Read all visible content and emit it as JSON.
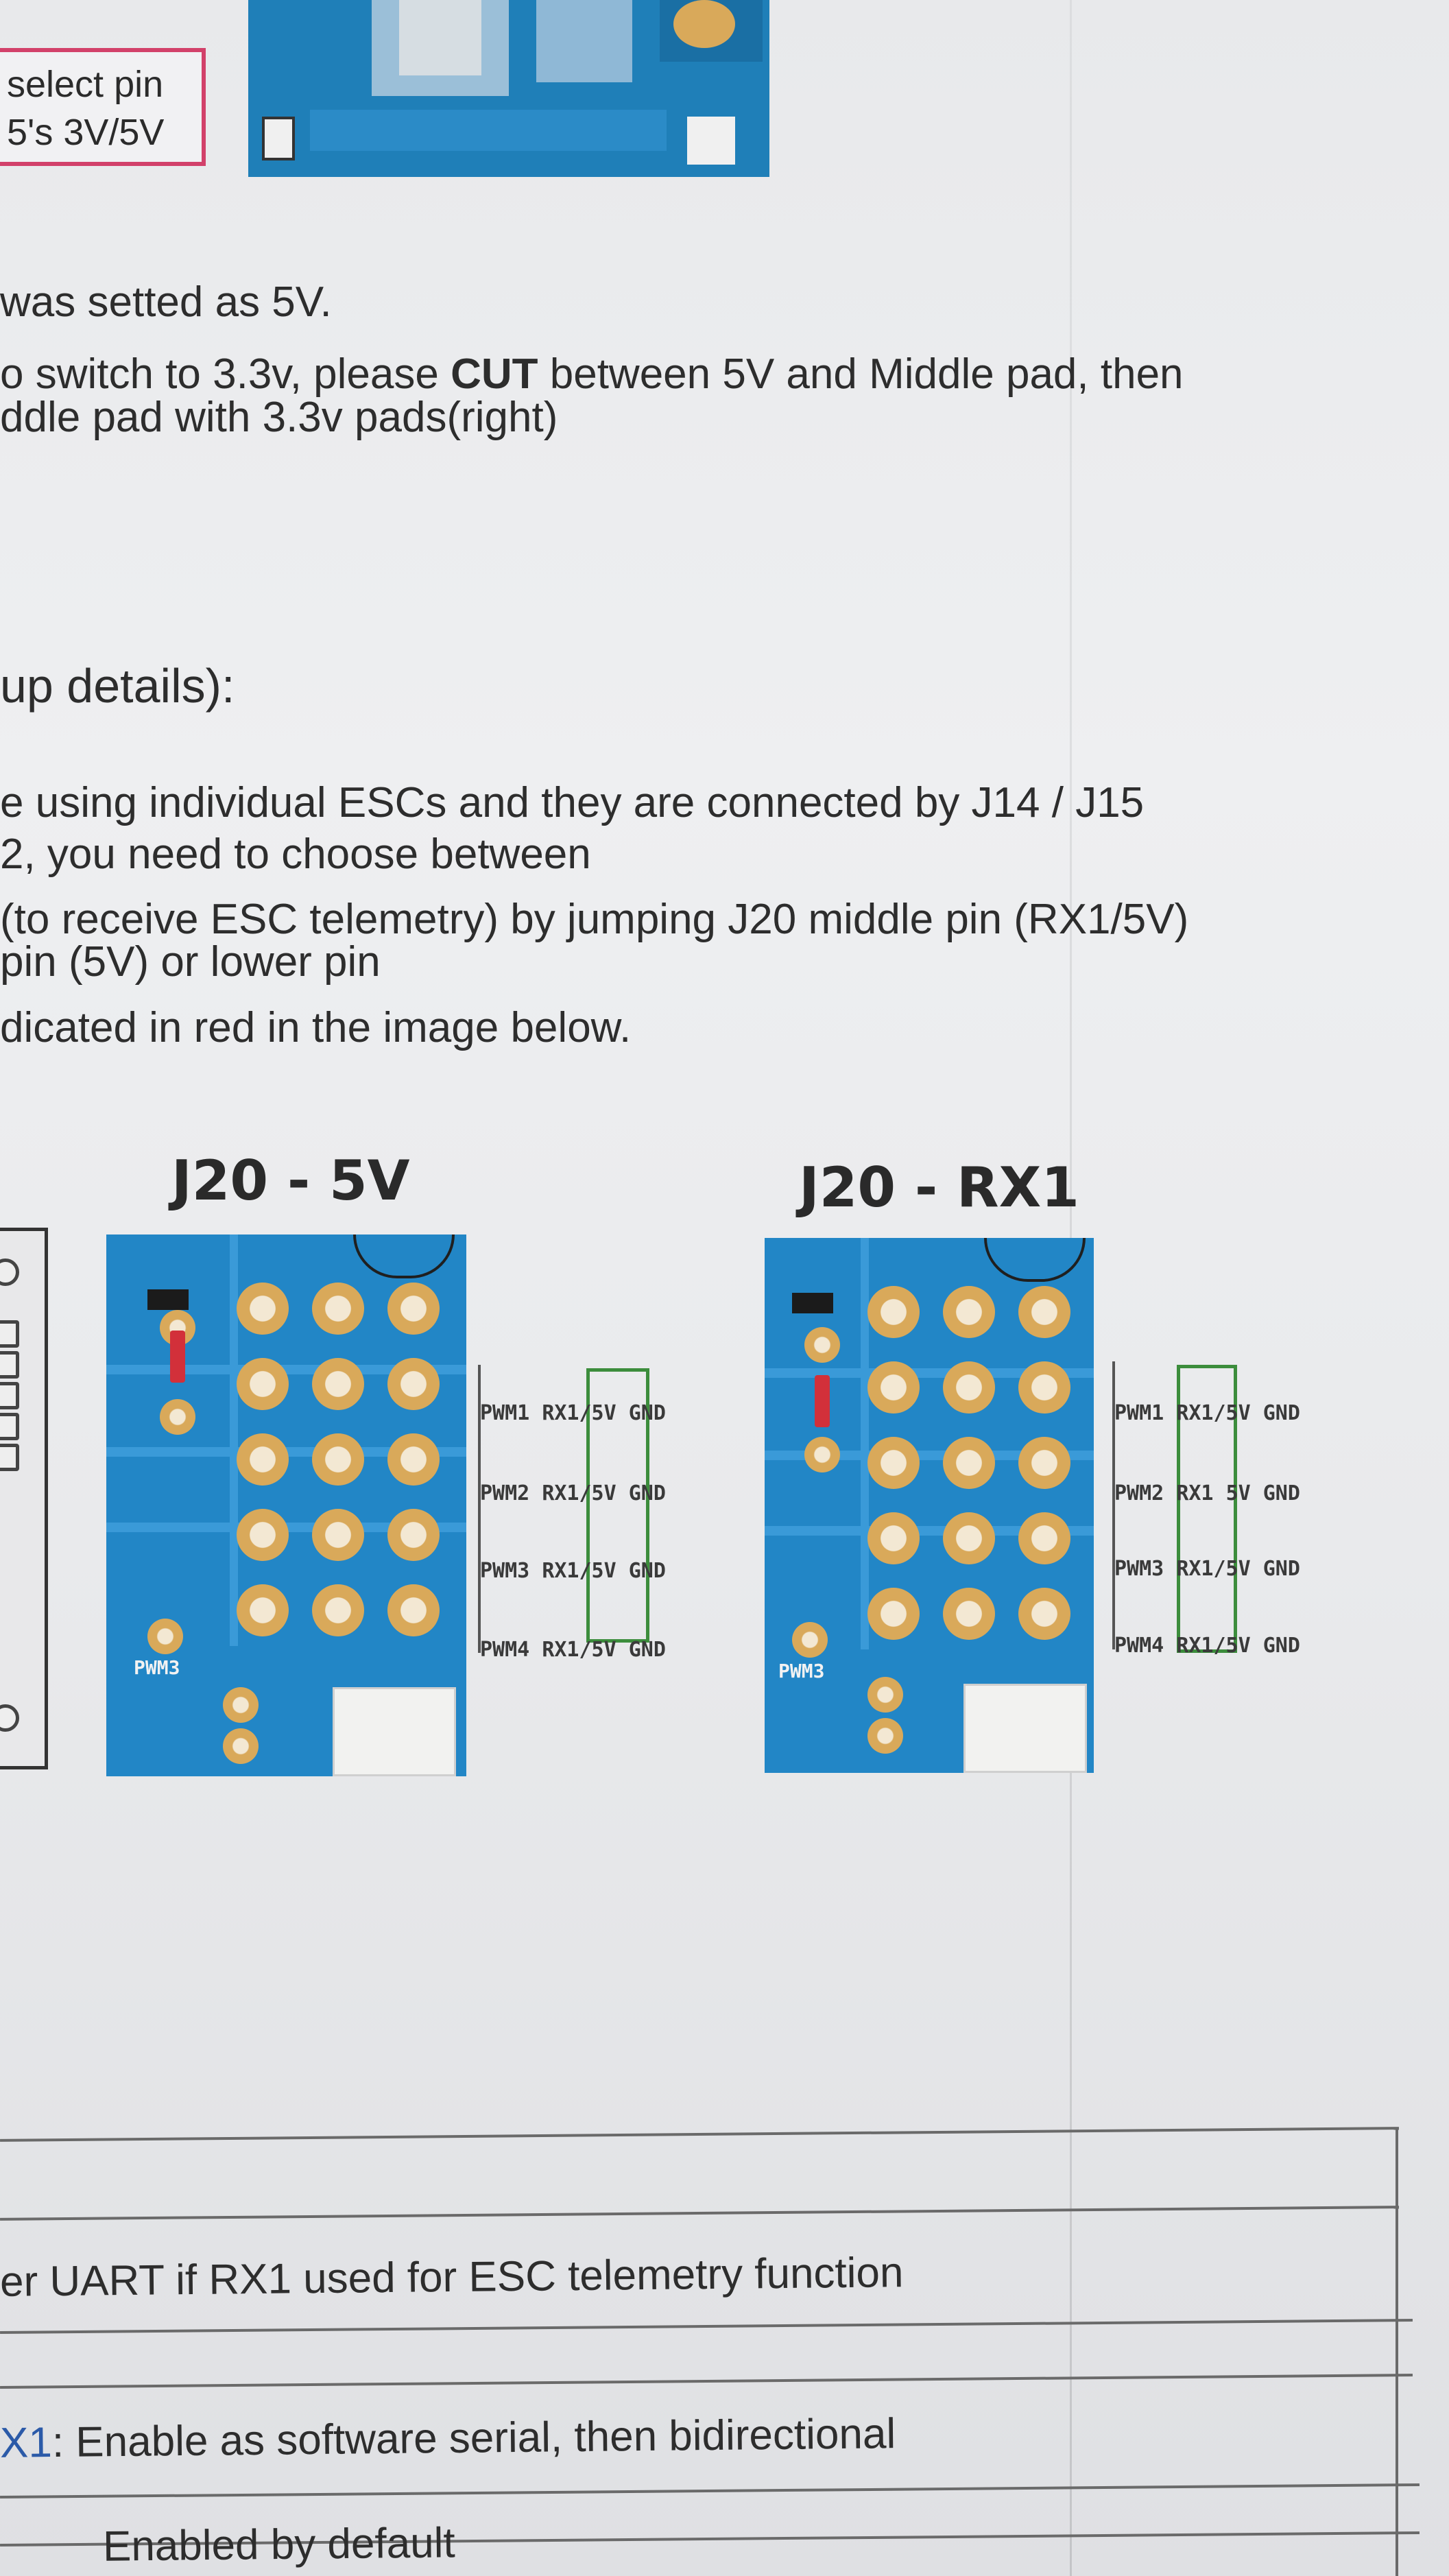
{
  "top_box": {
    "line1": "select pin",
    "line2": "5's 3V/5V"
  },
  "note": {
    "line1": "was setted as 5V.",
    "line2_pre": "o switch to 3.3v, please ",
    "line2_bold": "CUT",
    "line2_post": " between 5V and Middle pad, then",
    "line3": "ddle pad with 3.3v pads(right)"
  },
  "section_heading": "up details):",
  "paragraph": [
    "e using individual ESCs and they are connected by J14 / J15",
    "2, you need to choose between",
    "(to receive ESC telemetry) by jumping J20 middle pin (RX1/5V)",
    "pin (5V) or lower pin",
    "dicated in red in the image below."
  ],
  "figures": [
    {
      "title": "J20 - 5V",
      "rows": [
        {
          "pwm": "PWM1",
          "sig": "RX1",
          "pwr": "/5V",
          "gnd": "GND"
        },
        {
          "pwm": "PWM2",
          "sig": "RX1",
          "pwr": "/5V",
          "gnd": "GND"
        },
        {
          "pwm": "PWM3",
          "sig": "RX1",
          "pwr": "/5V",
          "gnd": "GND"
        },
        {
          "pwm": "PWM4",
          "sig": "RX1",
          "pwr": "/5V",
          "gnd": "GND"
        }
      ],
      "board_label": "PWM3"
    },
    {
      "title": "J20 - RX1",
      "rows": [
        {
          "pwm": "PWM1",
          "sig": "RX1",
          "pwr": "/5V",
          "gnd": "GND"
        },
        {
          "pwm": "PWM2",
          "sig": "RX1",
          "pwr": "5V",
          "gnd": "GND"
        },
        {
          "pwm": "PWM3",
          "sig": "RX1",
          "pwr": "/5V",
          "gnd": "GND"
        },
        {
          "pwm": "PWM4",
          "sig": "RX1",
          "pwr": "/5V",
          "gnd": "GND"
        }
      ],
      "board_label": "PWM3"
    }
  ],
  "table": {
    "row1": "er UART if RX1 used for ESC telemetry function",
    "row2_key": "X1",
    "row2_val": ": Enable as software serial, then bidirectional",
    "row3": "Enabled by default"
  },
  "colors": {
    "pink_box": "#d2416a",
    "pcb_blue": "#2286c6",
    "green_box": "#3c8d3c",
    "jumper_red": "#d2303a"
  }
}
